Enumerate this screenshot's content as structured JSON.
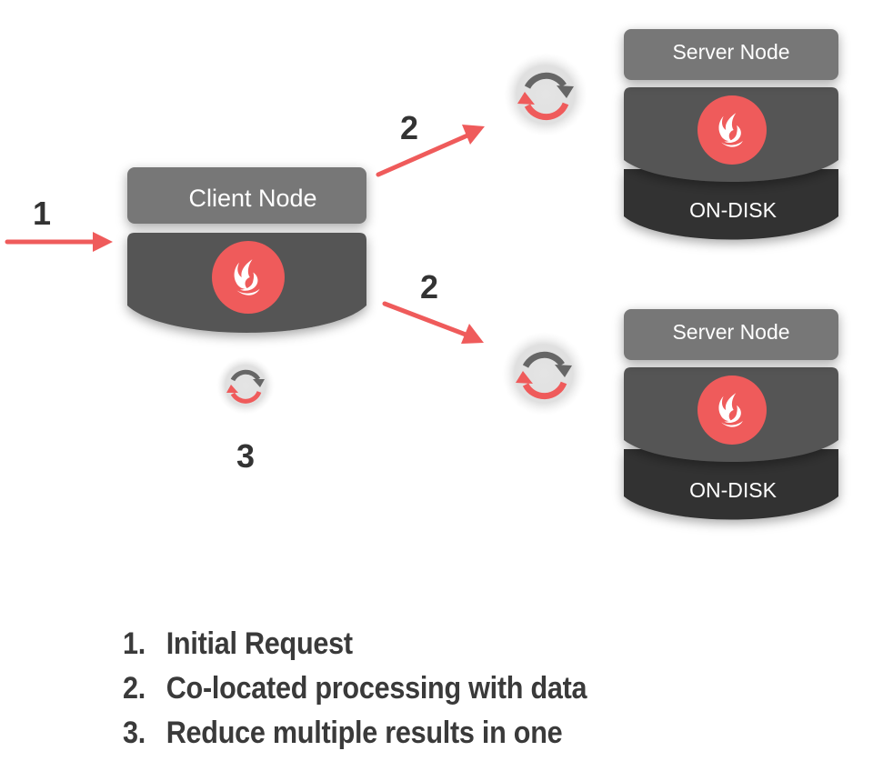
{
  "nodes": {
    "client": {
      "label": "Client Node"
    },
    "server_top": {
      "label": "Server Node",
      "storage": "ON-DISK"
    },
    "server_bottom": {
      "label": "Server Node",
      "storage": "ON-DISK"
    }
  },
  "steps": {
    "request": "1",
    "process_top": "2",
    "process_bottom": "2",
    "reduce": "3"
  },
  "legend": [
    {
      "num": "1.",
      "text": "Initial Request"
    },
    {
      "num": "2.",
      "text": "Co-located processing with data"
    },
    {
      "num": "3.",
      "text": "Reduce multiple results in one"
    }
  ],
  "colors": {
    "accent": "#ef5b5b",
    "header_gray": "#777777",
    "body_gray": "#555555",
    "disk_dark": "#333333",
    "text_dark": "#3a3a3a"
  },
  "icons": {
    "node_logo": "flame-icon",
    "processing": "sync-icon"
  }
}
